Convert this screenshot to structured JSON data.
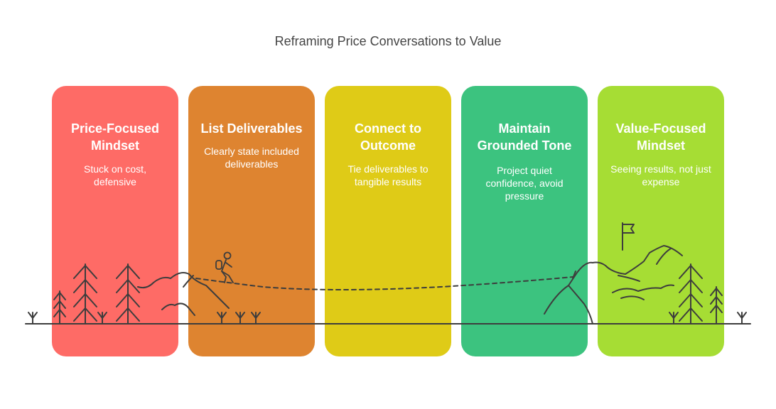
{
  "title": "Reframing Price Conversations to Value",
  "stages": [
    {
      "heading": "Price-Focused\nMindset",
      "text": "Stuck on cost,\ndefensive",
      "color": "#fe6b66"
    },
    {
      "heading": "List Deliverables",
      "text": "Clearly state included\ndeliverables",
      "color": "#de8430"
    },
    {
      "heading": "Connect to\nOutcome",
      "text": "Tie deliverables to\ntangible results",
      "color": "#dfcb17"
    },
    {
      "heading": "Maintain\nGrounded Tone",
      "text": "Project quiet\nconfidence, avoid\npressure",
      "color": "#3cc37f"
    },
    {
      "heading": "Value-Focused\nMindset",
      "text": "Seeing results, not just\nexpense",
      "color": "#a6dd34"
    }
  ]
}
